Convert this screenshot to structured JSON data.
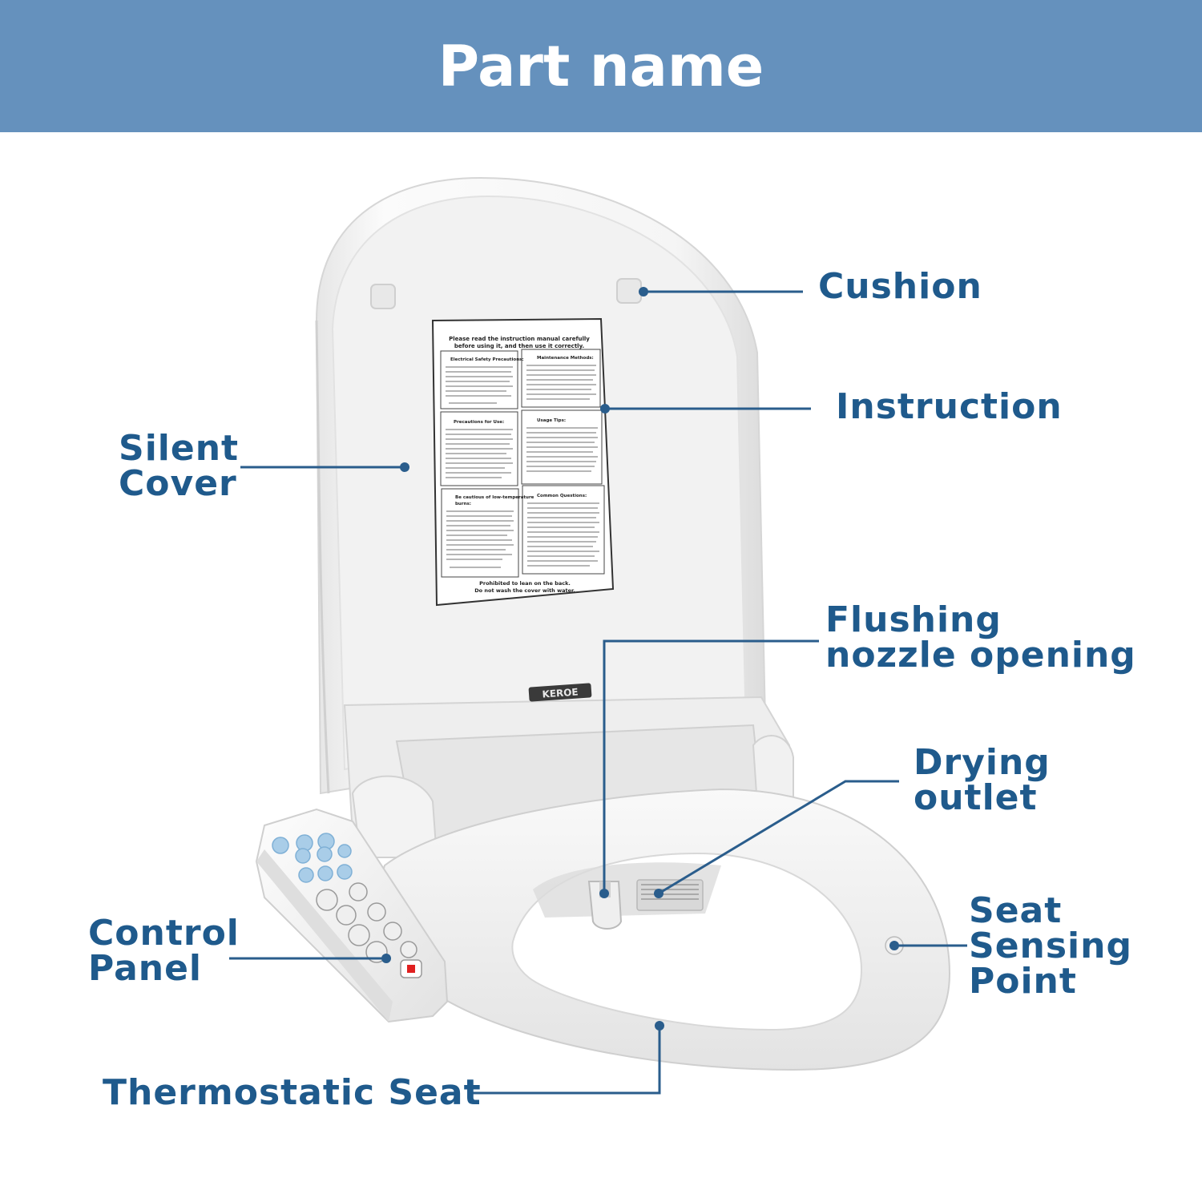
{
  "banner": {
    "title": "Part name",
    "background": "#6591bd"
  },
  "callouts": {
    "cushion": "Cushion",
    "instruction": "Instruction",
    "silent_cover_line1": "Silent",
    "silent_cover_line2": "Cover",
    "flushing_line1": "Flushing",
    "flushing_line2": "nozzle opening",
    "drying_line1": "Drying",
    "drying_line2": "outlet",
    "seat_sensing_line1": "Seat",
    "seat_sensing_line2": "Sensing",
    "seat_sensing_line3": "Point",
    "control_panel_line1": "Control",
    "control_panel_line2": "Panel",
    "thermostatic_seat": "Thermostatic Seat"
  },
  "label_sheet": {
    "header_line1": "Please read the instruction manual carefully",
    "header_line2": "before using it, and then use it correctly.",
    "section_electrical": "Electrical Safety Precautions:",
    "section_maintenance": "Maintenance Methods:",
    "section_precautions": "Precautions for Use:",
    "section_usage": "Usage Tips:",
    "section_burns_line1": "Be cautious of low-temperature",
    "section_burns_line2": "burns:",
    "section_questions": "Common Questions:",
    "footer_line1": "Prohibited to lean on the back.",
    "footer_line2": "Do not wash the cover with water."
  },
  "brand_plate": "KEROE",
  "colors": {
    "callout": "#1f5a8c",
    "leader": "#2a5d8c",
    "panel_button": "#a9cde8",
    "stop_button": "#e02020"
  }
}
